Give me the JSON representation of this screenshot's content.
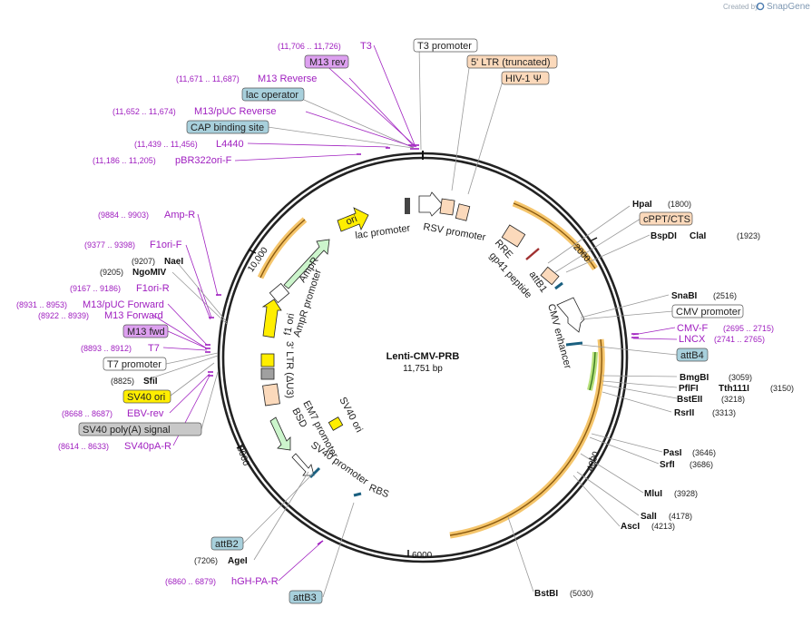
{
  "header": {
    "credit": "Created by",
    "brand": "SnapGene"
  },
  "plasmid": {
    "name": "Lenti-CMV-PRB",
    "length": "11,751 bp",
    "length_bp": 11751
  },
  "ticks": [
    "2000",
    "4000",
    "6000",
    "8000",
    "10,000"
  ],
  "primers": [
    {
      "range": "(11,706 .. 11,726)",
      "name": "T3"
    },
    {
      "range": "(11,671 .. 11,687)",
      "name": "M13 Reverse"
    },
    {
      "range": "(11,652 .. 11,674)",
      "name": "M13/pUC Reverse"
    },
    {
      "range": "(11,439 .. 11,456)",
      "name": "L4440"
    },
    {
      "range": "(11,186 .. 11,205)",
      "name": "pBR322ori-F"
    },
    {
      "range": "(9884 .. 9903)",
      "name": "Amp-R"
    },
    {
      "range": "(9377 .. 9398)",
      "name": "F1ori-F"
    },
    {
      "range": "(9167 .. 9186)",
      "name": "F1ori-R"
    },
    {
      "range": "(8931 .. 8953)",
      "name": "M13/pUC Forward"
    },
    {
      "range": "(8922 .. 8939)",
      "name": "M13 Forward"
    },
    {
      "range": "(8893 .. 8912)",
      "name": "T7"
    },
    {
      "range": "(8668 .. 8687)",
      "name": "EBV-rev"
    },
    {
      "range": "(8614 .. 8633)",
      "name": "SV40pA-R"
    },
    {
      "range": "(6860 .. 6879)",
      "name": "hGH-PA-R"
    },
    {
      "range": "(2695 .. 2715)",
      "name": "CMV-F"
    },
    {
      "range": "(2741 .. 2765)",
      "name": "LNCX"
    }
  ],
  "boxed_labels": [
    {
      "text": "M13 rev",
      "color": "#dda0f0"
    },
    {
      "text": "lac operator",
      "color": "#a8d0dc"
    },
    {
      "text": "CAP binding site",
      "color": "#a8d0dc"
    },
    {
      "text": "T3 promoter",
      "color": "#ffffff"
    },
    {
      "text": "5' LTR (truncated)",
      "color": "#fbd9bb"
    },
    {
      "text": "HIV-1 Ψ",
      "color": "#fbd9bb"
    },
    {
      "text": "cPPT/CTS",
      "color": "#fbd9bb"
    },
    {
      "text": "CMV promoter",
      "color": "#ffffff"
    },
    {
      "text": "attB4",
      "color": "#a8d0dc"
    },
    {
      "text": "M13 fwd",
      "color": "#dda0f0"
    },
    {
      "text": "T7 promoter",
      "color": "#ffffff"
    },
    {
      "text": "SV40 ori",
      "color": "#ffee00"
    },
    {
      "text": "SV40 poly(A) signal",
      "color": "#c8c8c8"
    },
    {
      "text": "attB2",
      "color": "#a8d0dc"
    },
    {
      "text": "attB3",
      "color": "#a8d0dc"
    }
  ],
  "enzymes": [
    {
      "name": "HpaI",
      "pos": "(1800)"
    },
    {
      "name": "BspDI",
      "name2": "ClaI",
      "pos": "(1923)"
    },
    {
      "name": "SnaBI",
      "pos": "(2516)"
    },
    {
      "name": "BmgBI",
      "pos": "(3059)"
    },
    {
      "name": "PflFI",
      "name2": "Tth111I",
      "pos": "(3150)"
    },
    {
      "name": "BstEII",
      "pos": "(3218)"
    },
    {
      "name": "RsrII",
      "pos": "(3313)"
    },
    {
      "name": "PasI",
      "pos": "(3646)"
    },
    {
      "name": "SrfI",
      "pos": "(3686)"
    },
    {
      "name": "MluI",
      "pos": "(3928)"
    },
    {
      "name": "SalI",
      "pos": "(4178)"
    },
    {
      "name": "AscI",
      "pos": "(4213)"
    },
    {
      "name": "BstBI",
      "pos": "(5030)"
    },
    {
      "name": "NaeI",
      "pos": "(9207)"
    },
    {
      "name": "NgoMIV",
      "pos": "(9205)"
    },
    {
      "name": "SfiI",
      "pos": "(8825)"
    },
    {
      "name": "AgeI",
      "pos": "(7206)"
    }
  ],
  "inner_labels": {
    "ori": "ori",
    "ampr": "AmpR",
    "ampr_promoter": "AmpR promoter",
    "f1_ori": "f1 ori",
    "ltr3": "3' LTR (ΔU3)",
    "em7": "EM7 promoter",
    "bsd": "BSD",
    "sv40_promoter": "SV40 promoter",
    "sv40_ori": "SV40 ori",
    "rbs": "RBS",
    "lac_promoter": "lac promoter",
    "rsv_promoter": "RSV promoter",
    "rre": "RRE",
    "gp41": "gp41 peptide",
    "attb1": "attB1",
    "cmv_enhancer": "CMV enhancer"
  },
  "colors": {
    "primer": "#a020c0",
    "backbone": "#222222",
    "ori": "#ffee00",
    "ampr": "#ccf5cc",
    "ltr": "#fbd9bb",
    "orf_highlight": "#f5c56b"
  }
}
